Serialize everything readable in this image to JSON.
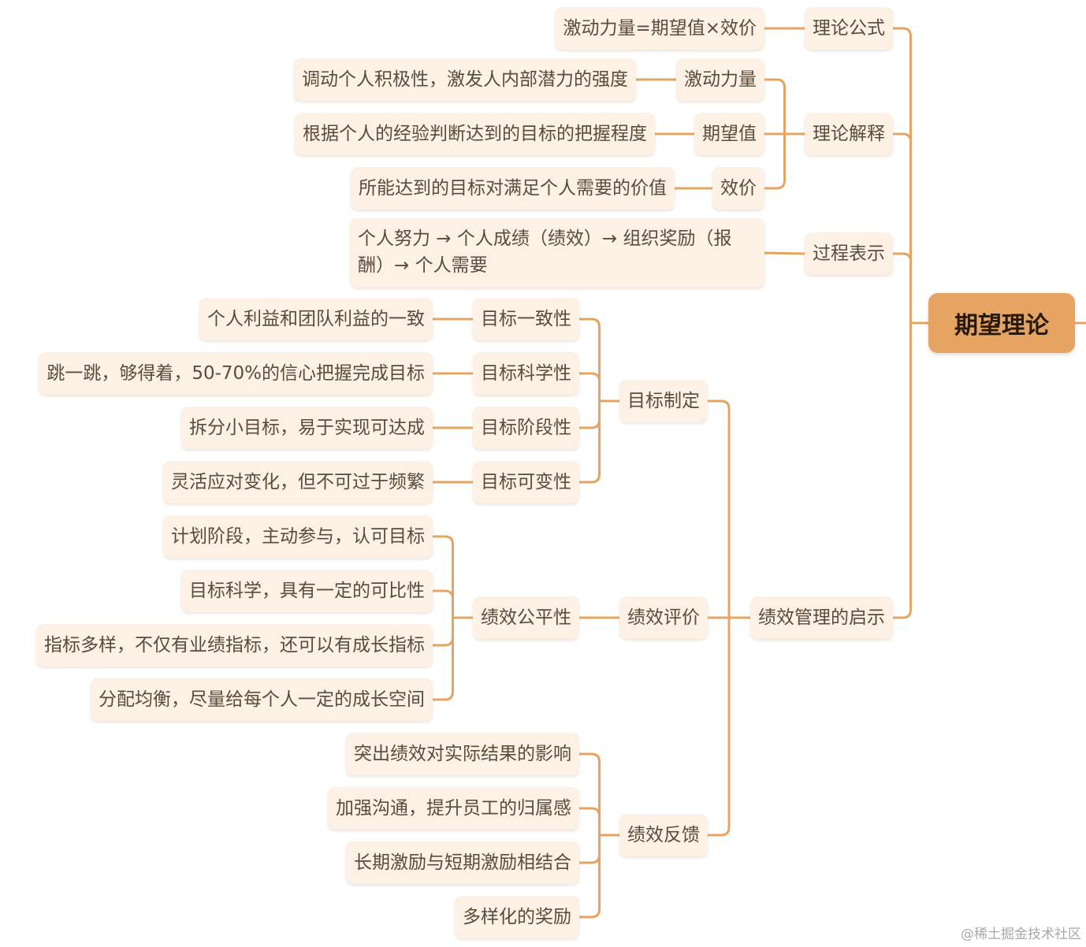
{
  "root": "期望理论",
  "watermark": "@稀土掘金技术社区",
  "colors": {
    "line": "#e6a463",
    "node_bg": "#fdf1e5",
    "root_bg": "#e6a463",
    "text": "#5c4a3a"
  },
  "branches": {
    "formula": {
      "label": "理论公式",
      "detail": "激动力量=期望值×效价"
    },
    "explain": {
      "label": "理论解释",
      "items": [
        {
          "label": "激动力量",
          "detail": "调动个人积极性，激发人内部潜力的强度"
        },
        {
          "label": "期望值",
          "detail": "根据个人的经验判断达到的目标的把握程度"
        },
        {
          "label": "效价",
          "detail": "所能达到的目标对满足个人需要的价值"
        }
      ]
    },
    "process": {
      "label": "过程表示",
      "detail": "个人努力 → 个人成绩（绩效）→ 组织奖励（报酬）→ 个人需要"
    },
    "insight": {
      "label": "绩效管理的启示",
      "goal": {
        "label": "目标制定",
        "items": [
          {
            "label": "目标一致性",
            "detail": "个人利益和团队利益的一致"
          },
          {
            "label": "目标科学性",
            "detail": "跳一跳，够得着，50-70%的信心把握完成目标"
          },
          {
            "label": "目标阶段性",
            "detail": "拆分小目标，易于实现可达成"
          },
          {
            "label": "目标可变性",
            "detail": "灵活应对变化，但不可过于频繁"
          }
        ]
      },
      "eval": {
        "label": "绩效评价",
        "fairness": {
          "label": "绩效公平性",
          "items": [
            "计划阶段，主动参与，认可目标",
            "目标科学，具有一定的可比性",
            "指标多样，不仅有业绩指标，还可以有成长指标",
            "分配均衡，尽量给每个人一定的成长空间"
          ]
        }
      },
      "feedback": {
        "label": "绩效反馈",
        "items": [
          "突出绩效对实际结果的影响",
          "加强沟通，提升员工的归属感",
          "长期激励与短期激励相结合",
          "多样化的奖励"
        ]
      }
    }
  }
}
